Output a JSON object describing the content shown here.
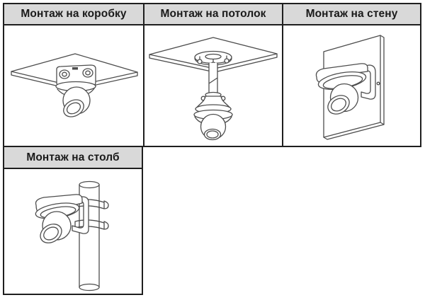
{
  "window": {
    "background": "#ffffff"
  },
  "colors": {
    "header_bg": "#d9d9d9",
    "table_border": "#1f1f1f",
    "header_text": "#1a1a1a",
    "drawing_stroke": "#4d4d4d"
  },
  "mount_table": {
    "top_row": [
      {
        "header": "Монтаж на коробку",
        "illustration": "turret-camera-under-mounting-box-plate"
      },
      {
        "header": "Монтаж на потолок",
        "illustration": "turret-camera-on-ceiling-pendant-pole"
      },
      {
        "header": "Монтаж на стену",
        "illustration": "turret-camera-on-wall-panel"
      }
    ],
    "bottom_row": [
      {
        "header": "Монтаж на столб",
        "illustration": "turret-camera-clamped-to-pole"
      }
    ]
  }
}
